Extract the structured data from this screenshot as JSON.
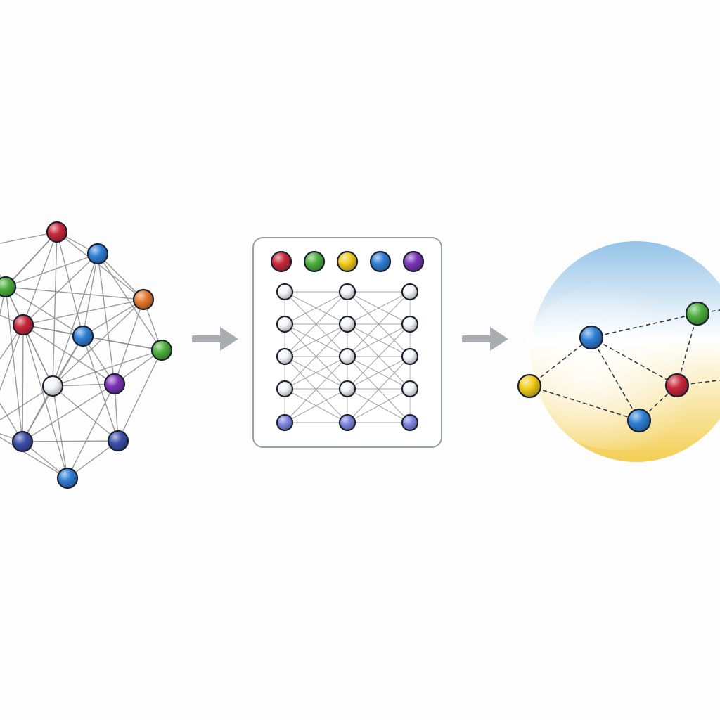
{
  "diagram": {
    "background": "#fdfdfd",
    "edge_color": "#8a8a8a",
    "arrow_color": "#a9acb0",
    "panel_border": "#9aa0a6",
    "palette": {
      "red": "#c8283a",
      "green": "#4caf3c",
      "yellow": "#f2cc1c",
      "blue": "#2f7fd6",
      "purple": "#7b35b8",
      "orange": "#e8782a",
      "navy": "#3d4faa",
      "white": "#f4f5f8",
      "lavender": "#7e86e0"
    },
    "input_graph": {
      "nodes": [
        {
          "id": "r1",
          "color": "red"
        },
        {
          "id": "b1",
          "color": "blue"
        },
        {
          "id": "g1",
          "color": "green"
        },
        {
          "id": "o1",
          "color": "orange"
        },
        {
          "id": "r2",
          "color": "red"
        },
        {
          "id": "b2",
          "color": "blue"
        },
        {
          "id": "g2",
          "color": "green"
        },
        {
          "id": "w1",
          "color": "white"
        },
        {
          "id": "p1",
          "color": "purple"
        },
        {
          "id": "n1",
          "color": "navy"
        },
        {
          "id": "n2",
          "color": "navy"
        },
        {
          "id": "b3",
          "color": "blue"
        }
      ],
      "edges": [
        [
          "r1",
          "b1"
        ],
        [
          "r1",
          "g1"
        ],
        [
          "r1",
          "r2"
        ],
        [
          "r1",
          "b2"
        ],
        [
          "r1",
          "o1"
        ],
        [
          "r1",
          "w1"
        ],
        [
          "r1",
          "e1"
        ],
        [
          "r1",
          "e2"
        ],
        [
          "b1",
          "o1"
        ],
        [
          "b1",
          "g1"
        ],
        [
          "b1",
          "r2"
        ],
        [
          "b1",
          "b2"
        ],
        [
          "b1",
          "p1"
        ],
        [
          "b1",
          "g2"
        ],
        [
          "b1",
          "w1"
        ],
        [
          "g1",
          "r2"
        ],
        [
          "g1",
          "b2"
        ],
        [
          "g1",
          "o1"
        ],
        [
          "g1",
          "w1"
        ],
        [
          "g1",
          "n1"
        ],
        [
          "g1",
          "e2"
        ],
        [
          "g1",
          "e3"
        ],
        [
          "o1",
          "g2"
        ],
        [
          "o1",
          "b2"
        ],
        [
          "o1",
          "r2"
        ],
        [
          "o1",
          "p1"
        ],
        [
          "o1",
          "w1"
        ],
        [
          "r2",
          "b2"
        ],
        [
          "r2",
          "w1"
        ],
        [
          "r2",
          "n1"
        ],
        [
          "r2",
          "p1"
        ],
        [
          "r2",
          "g2"
        ],
        [
          "r2",
          "b3"
        ],
        [
          "r2",
          "e3"
        ],
        [
          "r2",
          "e4"
        ],
        [
          "b2",
          "g2"
        ],
        [
          "b2",
          "p1"
        ],
        [
          "b2",
          "w1"
        ],
        [
          "b2",
          "n1"
        ],
        [
          "b2",
          "n2"
        ],
        [
          "g2",
          "p1"
        ],
        [
          "g2",
          "n2"
        ],
        [
          "g2",
          "w1"
        ],
        [
          "w1",
          "p1"
        ],
        [
          "w1",
          "n1"
        ],
        [
          "w1",
          "n2"
        ],
        [
          "w1",
          "b3"
        ],
        [
          "w1",
          "e4"
        ],
        [
          "p1",
          "n2"
        ],
        [
          "p1",
          "b3"
        ],
        [
          "p1",
          "n1"
        ],
        [
          "n1",
          "n2"
        ],
        [
          "n1",
          "b3"
        ],
        [
          "n1",
          "e4"
        ],
        [
          "n2",
          "b3"
        ],
        [
          "e1",
          "g1"
        ],
        [
          "e2",
          "r2"
        ],
        [
          "e3",
          "n1"
        ],
        [
          "e4",
          "b3"
        ]
      ]
    },
    "network_block": {
      "label_nodes": [
        "red",
        "green",
        "yellow",
        "blue",
        "purple"
      ],
      "layer_rows": [
        "white",
        "white",
        "white",
        "white",
        "lavender"
      ]
    },
    "output_graph": {
      "glow_top": "#8fc0e6",
      "glow_bottom": "#f2cc4a",
      "nodes": [
        {
          "id": "y",
          "color": "yellow"
        },
        {
          "id": "bA",
          "color": "blue"
        },
        {
          "id": "bB",
          "color": "blue"
        },
        {
          "id": "r",
          "color": "red"
        },
        {
          "id": "g",
          "color": "green"
        }
      ],
      "edges": [
        [
          "y",
          "bA"
        ],
        [
          "y",
          "bB"
        ],
        [
          "bA",
          "g"
        ],
        [
          "bA",
          "r"
        ],
        [
          "bA",
          "bB"
        ],
        [
          "bB",
          "r"
        ],
        [
          "r",
          "g"
        ],
        [
          "r",
          "x1"
        ],
        [
          "g",
          "x2"
        ]
      ]
    }
  }
}
